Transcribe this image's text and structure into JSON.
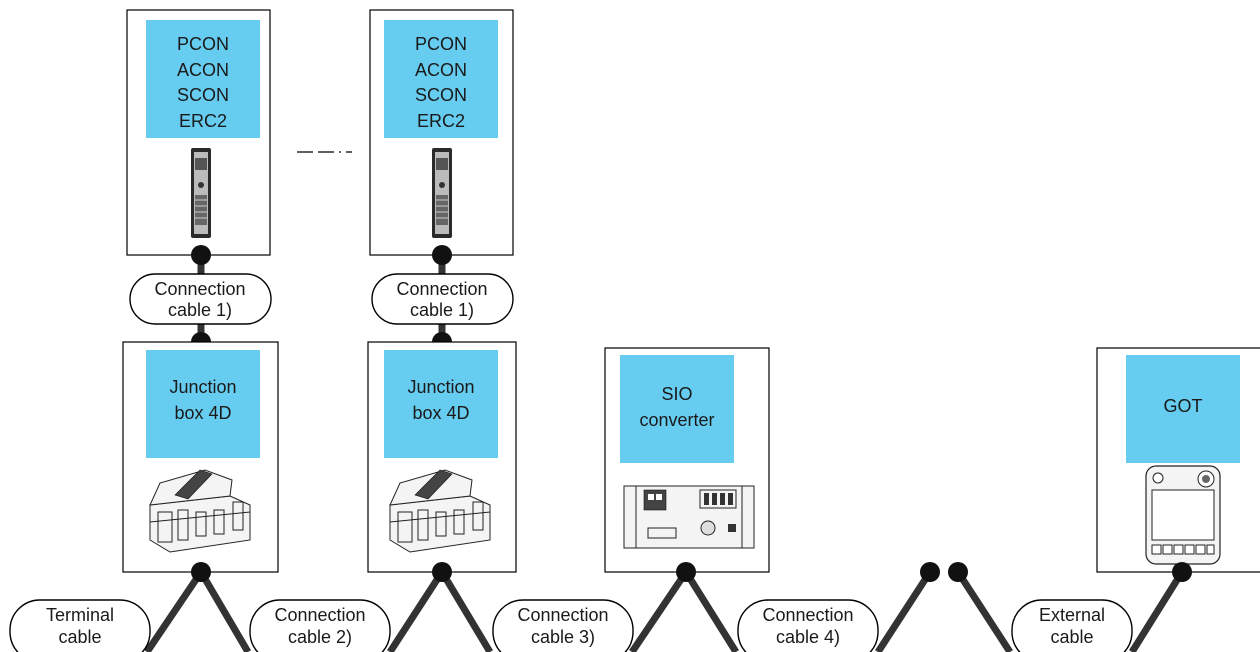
{
  "controllers": [
    {
      "lines": [
        "PCON",
        "ACON",
        "SCON",
        "ERC2"
      ]
    },
    {
      "lines": [
        "PCON",
        "ACON",
        "SCON",
        "ERC2"
      ]
    }
  ],
  "junction_boxes": [
    {
      "lines": [
        "Junction",
        "box 4D"
      ]
    },
    {
      "lines": [
        "Junction",
        "box 4D"
      ]
    }
  ],
  "sio_converter": {
    "lines": [
      "SIO",
      "converter"
    ]
  },
  "got": {
    "lines": [
      "GOT"
    ]
  },
  "vertical_cables": [
    {
      "lines": [
        "Connection",
        "cable 1)"
      ]
    },
    {
      "lines": [
        "Connection",
        "cable 1)"
      ]
    }
  ],
  "bottom_cables": [
    {
      "lines": [
        "Terminal",
        "cable"
      ]
    },
    {
      "lines": [
        "Connection",
        "cable 2)"
      ]
    },
    {
      "lines": [
        "Connection",
        "cable 3)"
      ]
    },
    {
      "lines": [
        "Connection",
        "cable 4)"
      ]
    },
    {
      "lines": [
        "External",
        "cable"
      ]
    }
  ],
  "colors": {
    "label_fill": "#66ccf0",
    "cable": "#333333"
  }
}
